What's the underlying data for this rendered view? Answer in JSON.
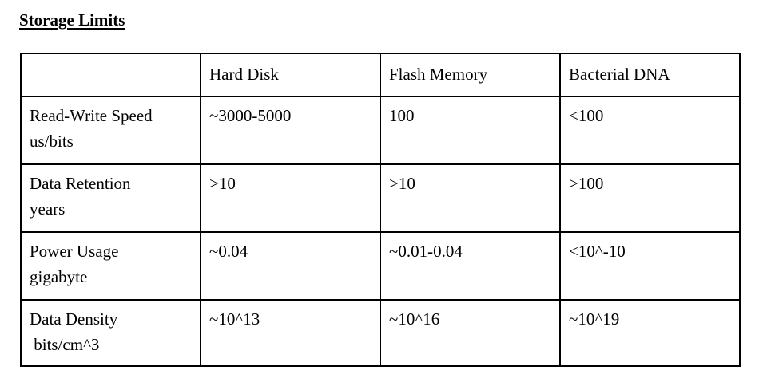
{
  "document": {
    "title": "Storage Limits"
  },
  "table": {
    "columns": [
      "",
      "Hard Disk",
      "Flash Memory",
      "Bacterial DNA"
    ],
    "rows": [
      {
        "label_line1": "Read-Write Speed",
        "label_line2": "us/bits",
        "hard_disk": "~3000-5000",
        "flash_memory": "100",
        "bacterial_dna": "<100"
      },
      {
        "label_line1": "Data Retention",
        "label_line2": "years",
        "hard_disk": ">10",
        "flash_memory": ">10",
        "bacterial_dna": ">100"
      },
      {
        "label_line1": "Power Usage",
        "label_line2": "gigabyte",
        "hard_disk": "~0.04",
        "flash_memory": "~0.01-0.04",
        "bacterial_dna": "<10^-10"
      },
      {
        "label_line1": "Data Density",
        "label_line2": " bits/cm^3",
        "hard_disk": "~10^13",
        "flash_memory": "~10^16",
        "bacterial_dna": "~10^19"
      }
    ]
  }
}
